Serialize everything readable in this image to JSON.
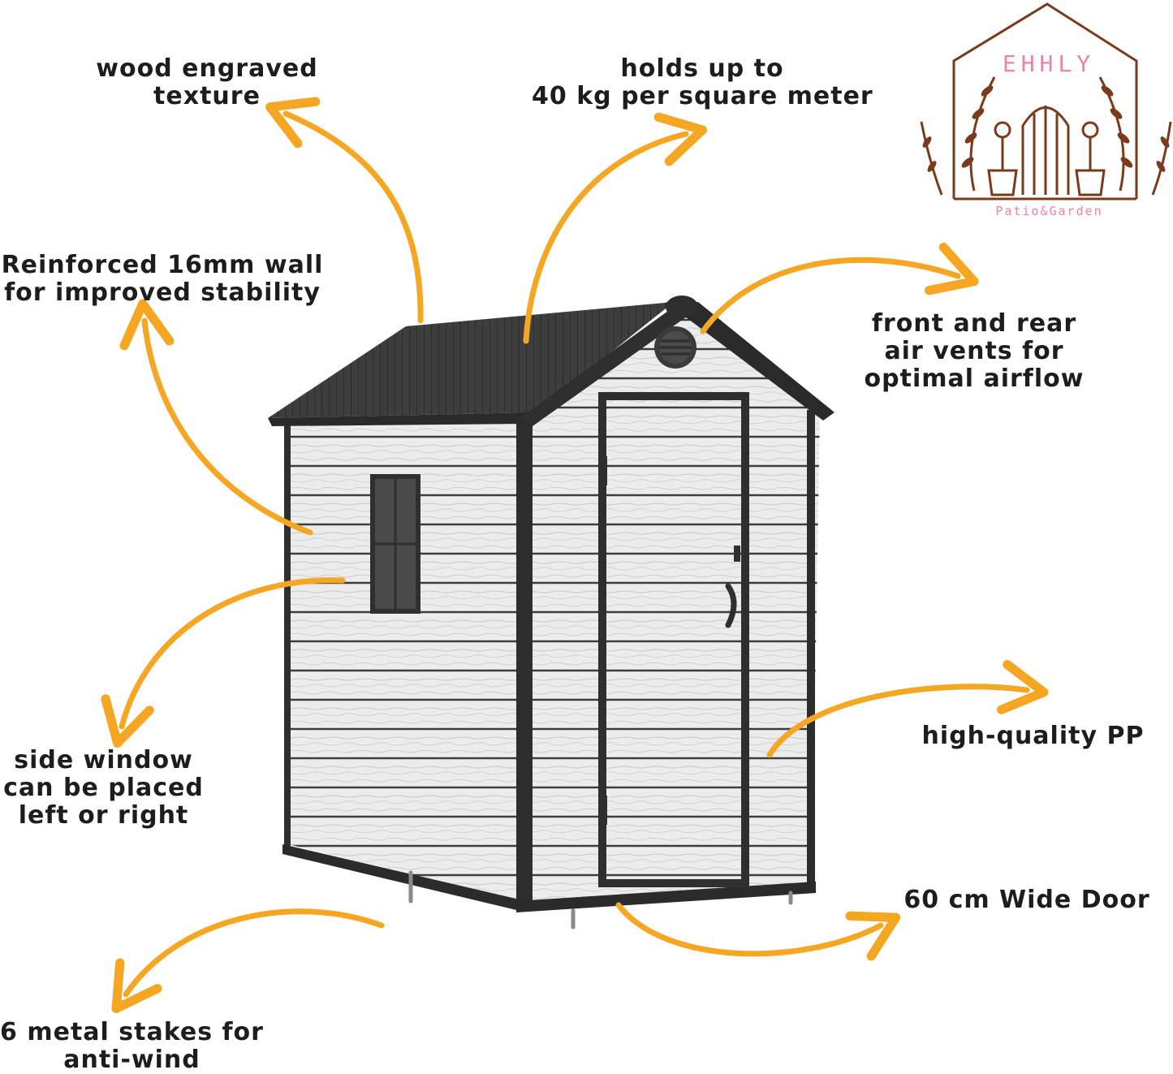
{
  "brand": {
    "name": "EHHLY",
    "tagline": "Patio&Garden",
    "primary_color": "#7a3b1d",
    "accent_color": "#e884a6"
  },
  "arrow_color": "#f5a623",
  "features": {
    "wood_texture": [
      "wood engraved",
      "texture"
    ],
    "load": [
      "holds up to",
      "40 kg per square meter"
    ],
    "wall": [
      "Reinforced 16mm wall",
      "for improved stability"
    ],
    "vents": [
      "front and rear",
      "air vents for",
      "optimal airflow"
    ],
    "material": [
      "high-quality PP"
    ],
    "window": [
      "side window",
      "can be placed",
      "left or right"
    ],
    "door": [
      "60 cm Wide Door"
    ],
    "stakes": [
      "6 metal stakes for",
      "anti-wind"
    ]
  }
}
